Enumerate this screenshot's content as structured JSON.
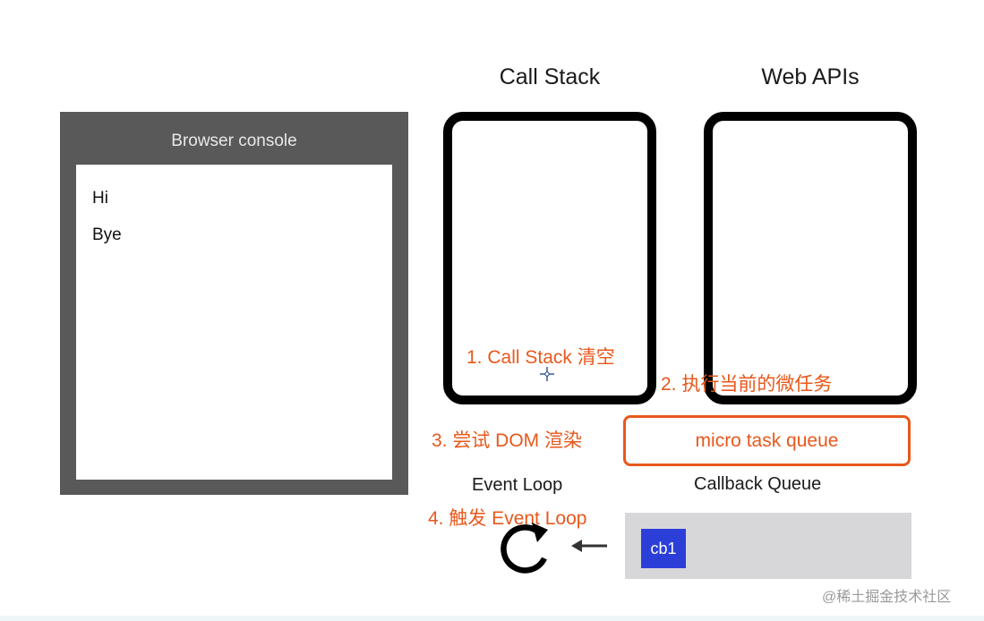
{
  "browser_console": {
    "title": "Browser console",
    "lines": [
      "Hi",
      "Bye"
    ]
  },
  "call_stack": {
    "title": "Call Stack"
  },
  "web_apis": {
    "title": "Web APIs"
  },
  "steps": {
    "step1": "1. Call Stack 清空",
    "step2": "2. 执行当前的微任务",
    "step3": "3. 尝试 DOM 渲染",
    "step4": "4. 触发 Event Loop"
  },
  "micro_task_queue": {
    "label": "micro task queue"
  },
  "event_loop": {
    "label": "Event Loop"
  },
  "callback_queue": {
    "label": "Callback Queue",
    "items": [
      "cb1"
    ]
  },
  "watermark": "@稀土掘金技术社区",
  "colors": {
    "annotation": "#e8581c",
    "callback_item": "#2b3fd8",
    "console_frame": "#595959",
    "queue_bar": "#d7d7d9"
  },
  "icons": {
    "event_loop": "circular-arrow-icon",
    "arrow": "left-arrow-icon",
    "cursor": "crosshair-cursor-icon"
  }
}
